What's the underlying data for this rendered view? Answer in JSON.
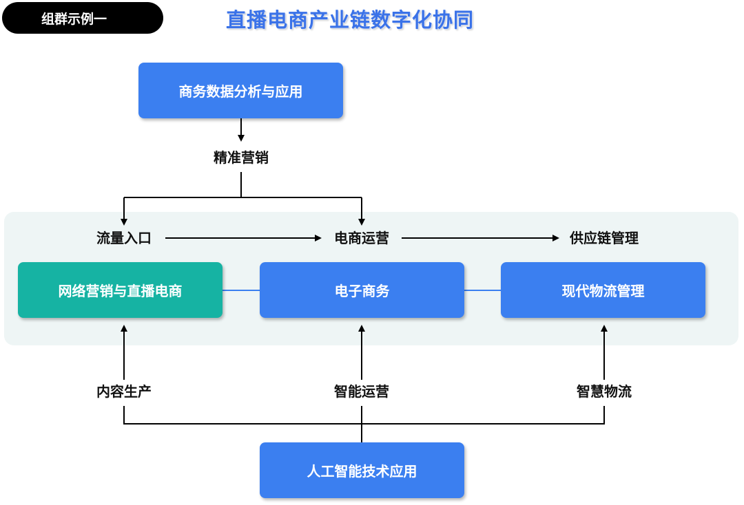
{
  "header": {
    "badge": "组群示例一",
    "title": "直播电商产业链数字化协同"
  },
  "boxes": {
    "top": "商务数据分析与应用",
    "left": "网络营销与直播电商",
    "center": "电子商务",
    "right": "现代物流管理",
    "bottom": "人工智能技术应用"
  },
  "labels": {
    "precision_marketing": "精准营销",
    "traffic_entry": "流量入口",
    "ecommerce_operation": "电商运营",
    "supply_chain": "供应链管理",
    "content_production": "内容生产",
    "smart_operation": "智能运营",
    "smart_logistics": "智慧物流"
  },
  "colors": {
    "primary_blue": "#3b7ff0",
    "teal": "#16b3a3",
    "title_blue": "#3a72e8",
    "band": "#eef5f5"
  }
}
